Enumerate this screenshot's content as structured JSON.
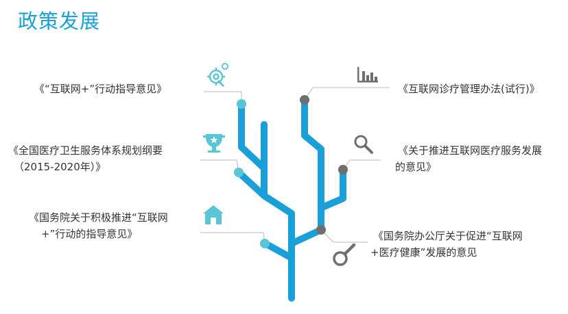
{
  "title": "政策发展",
  "left": {
    "item1": "《“互联网+”行动指导意见》",
    "item2_line1": "《全国医疗卫生服务体系规划纲要",
    "item2_line2": "（2015-2020年）》",
    "item3_line1": "《国务院关于积极推进“互联网",
    "item3_line2": "+”行动的指导意见》"
  },
  "right": {
    "item1": "《互联网诊疗管理办法(试行)》",
    "item2_line1": "《关于推进互联网医疗服务发展",
    "item2_line2": "的意见》",
    "item3_line1": "《国务院办公厅关于促进“互联网",
    "item3_line2": "+医疗健康”发展的意见"
  },
  "colors": {
    "title": "#1aa0d8",
    "trunk": "#1aa0d8",
    "teal_node": "#5bc5d8",
    "grey_node": "#6f6f6f",
    "connector": "#b8b8b8"
  },
  "icons": {
    "left1": "gear-icon",
    "left2": "trophy-icon",
    "left3": "house-icon",
    "right1": "bar-chart-icon",
    "right2": "magnifier-icon",
    "right3": "magnifier-large-icon"
  }
}
